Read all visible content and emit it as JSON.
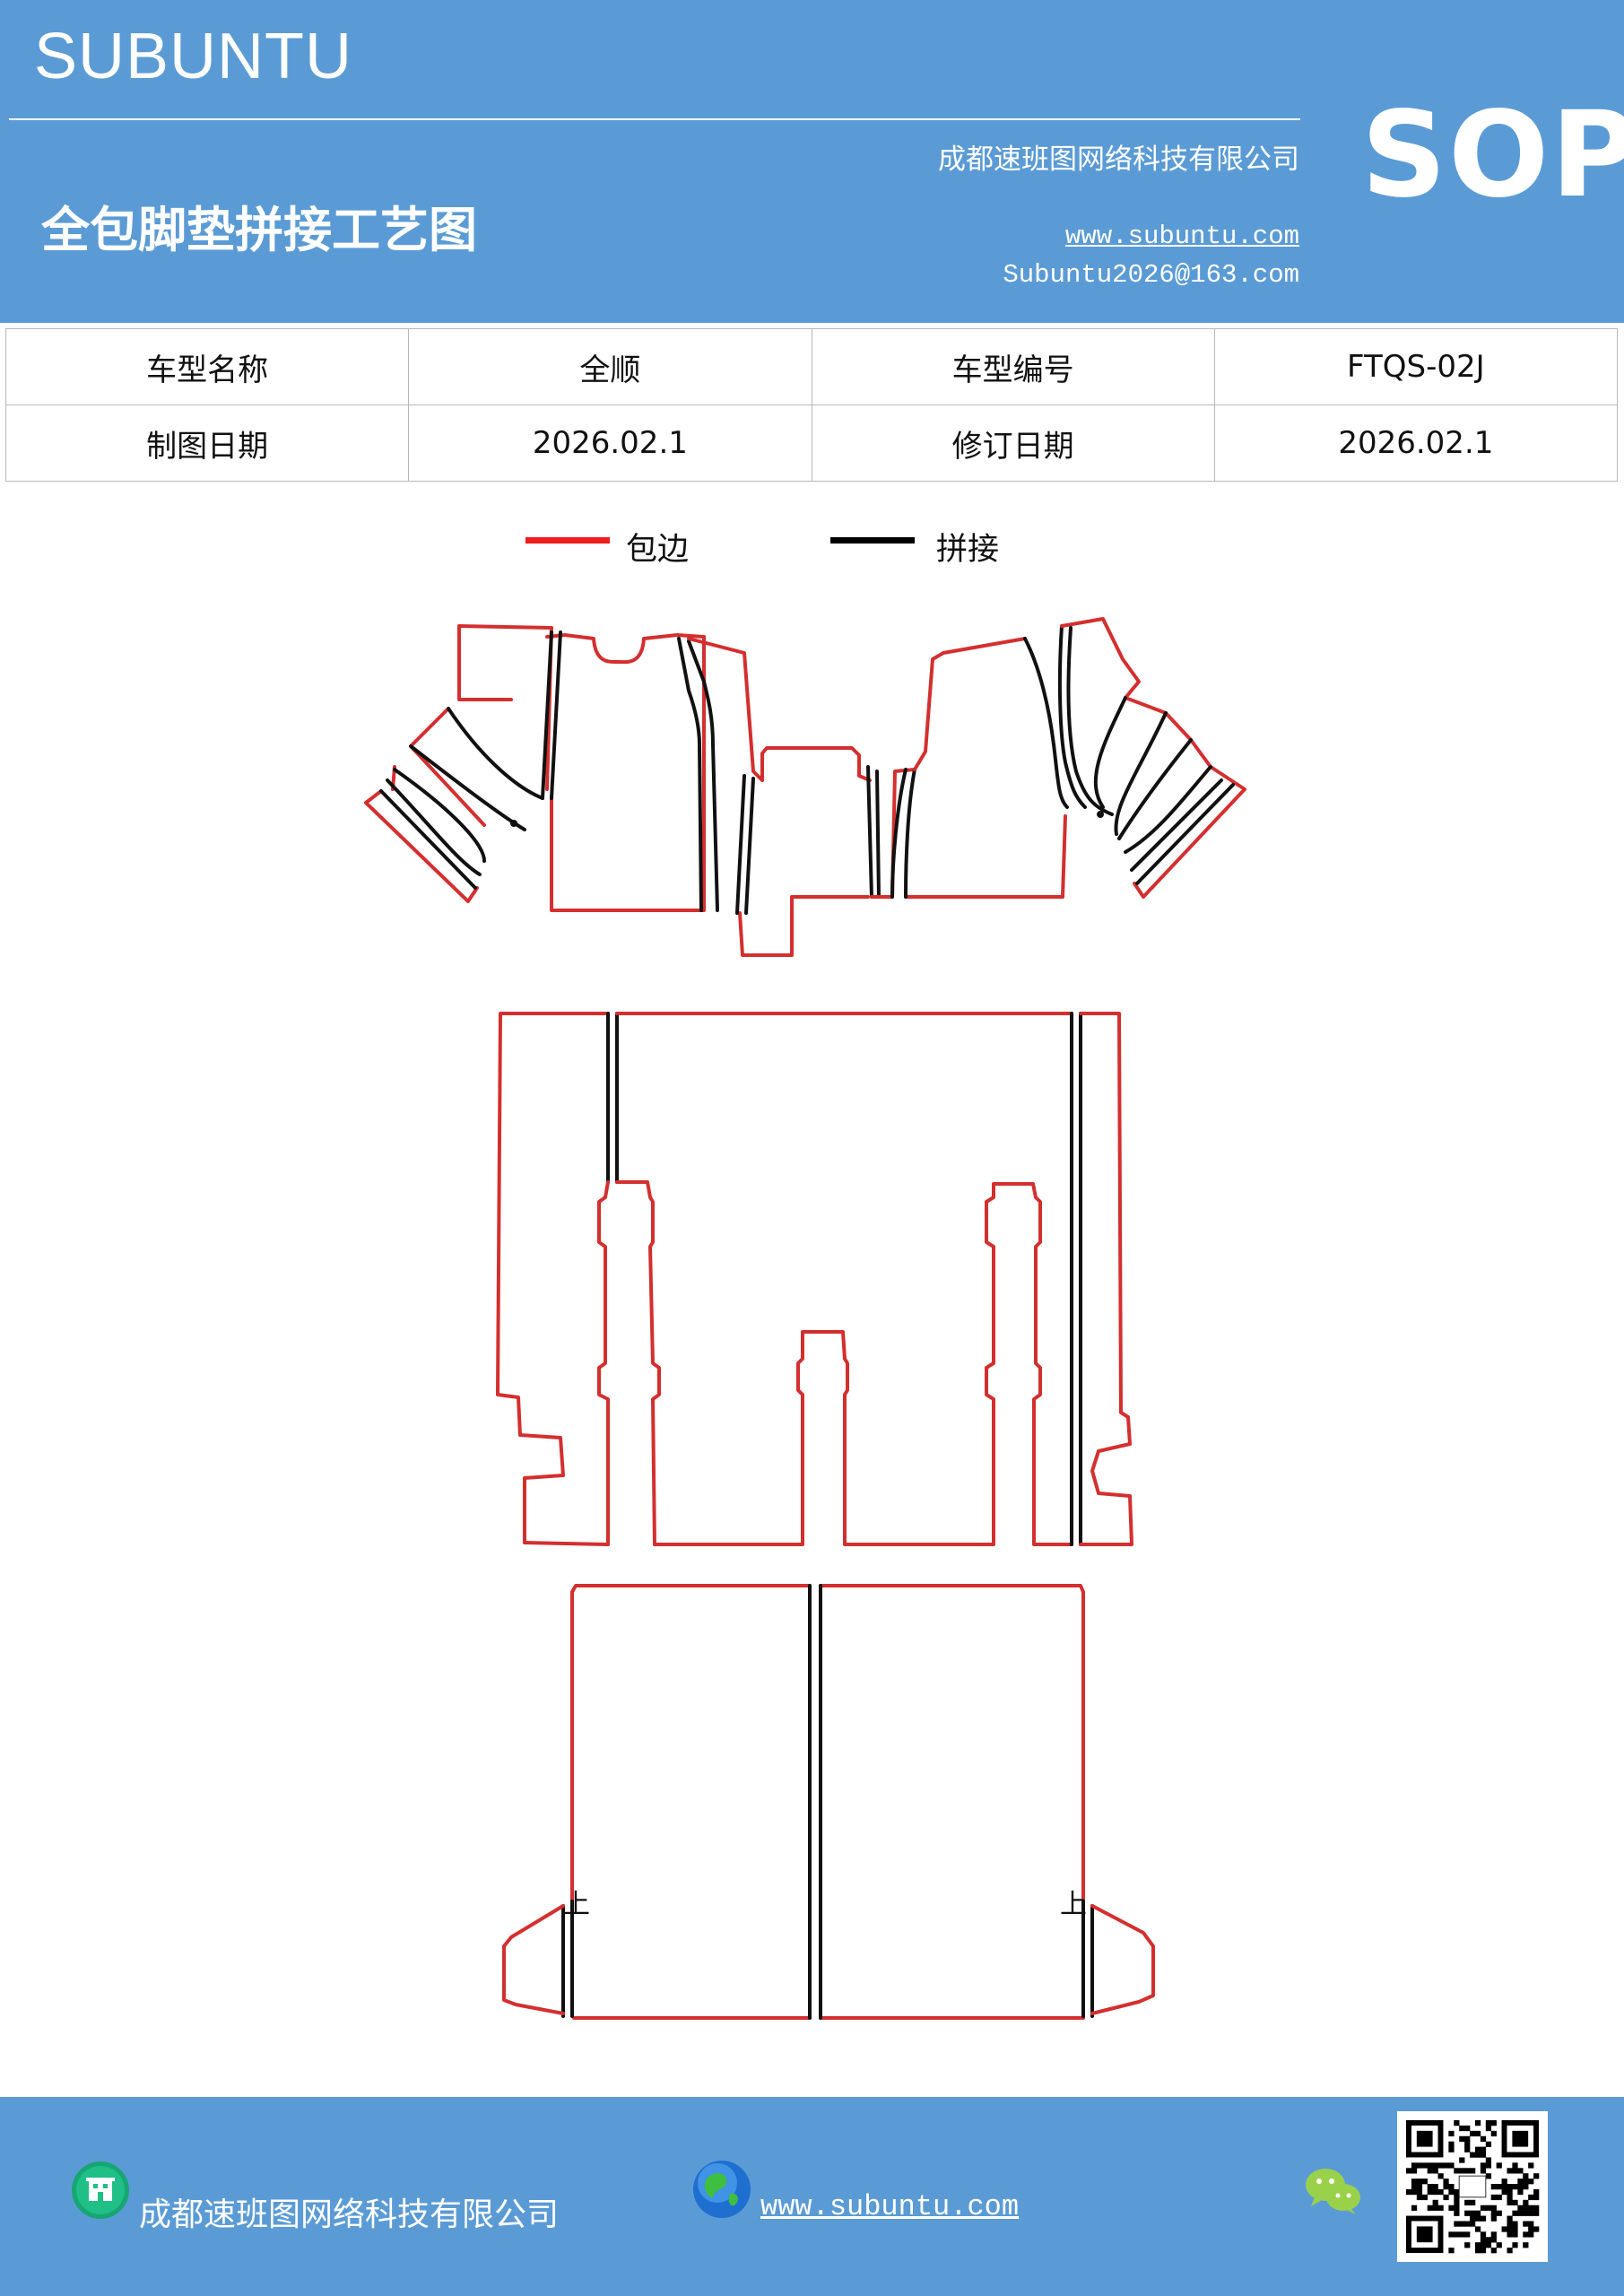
{
  "header": {
    "brand": "SUBUNTU",
    "company": "成都速班图网络科技有限公司",
    "title": "全包脚垫拼接工艺图",
    "website": "www.subuntu.com",
    "email": "Subuntu2026@163.com",
    "badge": "SOP"
  },
  "info_table": {
    "rows": [
      {
        "label1": "车型名称",
        "value1": "全顺",
        "label2": "车型编号",
        "value2": "FTQS-02J"
      },
      {
        "label1": "制图日期",
        "value1": "2026.02.1",
        "label2": "修订日期",
        "value2": "2026.02.1"
      }
    ]
  },
  "legend": [
    {
      "label": "包边",
      "color": "#ee1c1c"
    },
    {
      "label": "拼接",
      "color": "#000000"
    }
  ],
  "diagram": {
    "edge_color": "#d42f2f",
    "seam_color": "#111111",
    "orientation_mark": "上"
  },
  "footer": {
    "company": "成都速班图网络科技有限公司",
    "website": "www.subuntu.com",
    "icons": [
      "building-icon",
      "globe-icon",
      "wechat-icon",
      "qr-code"
    ]
  }
}
